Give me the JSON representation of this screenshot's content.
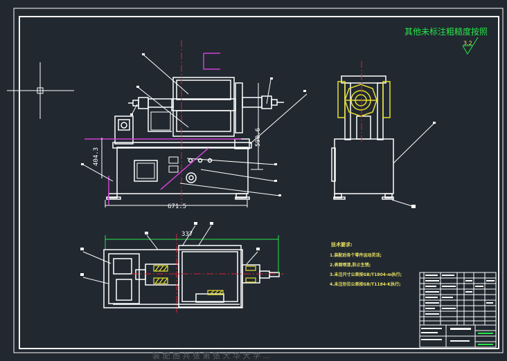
{
  "roughness_note": "其他未标注粗糙度按照",
  "roughness_value": "3.2",
  "dimensions": {
    "overall_length": "671.5",
    "left_height": "404.3",
    "right_height": "590.6",
    "top_view_width": "337"
  },
  "tech_requirements": {
    "title": "技术要求:",
    "lines": [
      "1.装配后各个零件运动灵活;",
      "2.表面喷漆,防止生锈;",
      "3.未注尺寸公差按GB/T1804-m执行;",
      "4.未注形位公差按GB/T1184-K执行;"
    ]
  },
  "watermark": "装 配 图  共 张 第 张 大 华 大 学 ..."
}
